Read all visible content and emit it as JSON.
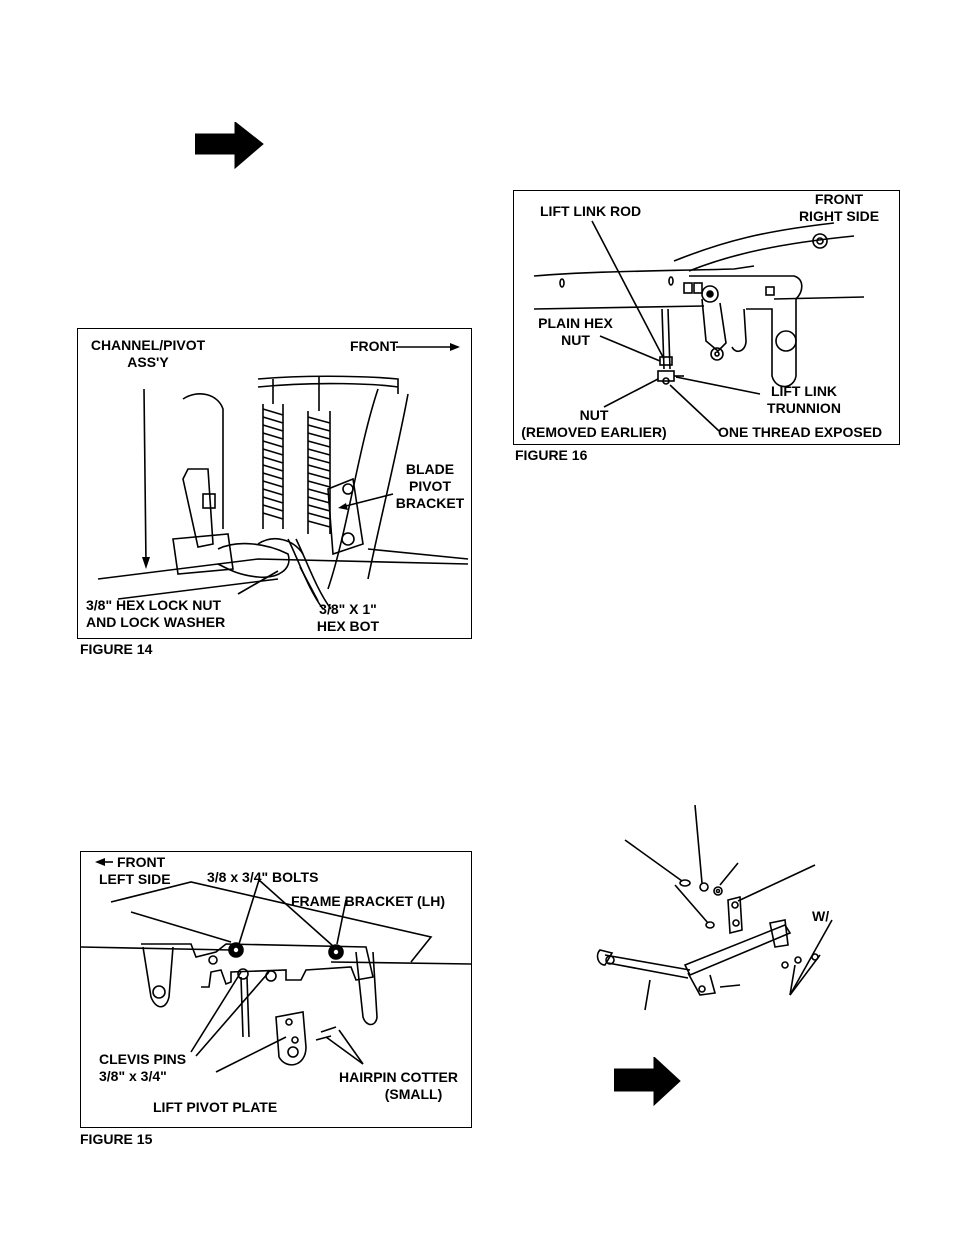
{
  "arrows": [
    "right-arrow-icon",
    "right-arrow-icon"
  ],
  "figure14": {
    "caption": "FIGURE 14",
    "channel_pivot_1": "CHANNEL/PIVOT",
    "channel_pivot_2": "ASS'Y",
    "front": "FRONT",
    "blade_1": "BLADE",
    "blade_2": "PIVOT",
    "blade_3": "BRACKET",
    "locknut_1": "3/8\" HEX LOCK NUT",
    "locknut_2": "AND LOCK WASHER",
    "bolt_1": "3/8\" X 1\"",
    "bolt_2": "HEX BOT"
  },
  "figure15": {
    "caption": "FIGURE 15",
    "front_1": "FRONT",
    "front_2": "LEFT SIDE",
    "bolts": "3/8 x 3/4\" BOLTS",
    "frame_bracket": "FRAME BRACKET (LH)",
    "clevis_1": "CLEVIS PINS",
    "clevis_2": "3/8\" x 3/4\"",
    "hairpin_1": "HAIRPIN COTTER",
    "hairpin_2": "(SMALL)",
    "lift_pivot": "LIFT PIVOT PLATE"
  },
  "figure16": {
    "caption": "FIGURE 16",
    "lift_link_rod": "LIFT LINK ROD",
    "front_1": "FRONT",
    "front_2": "RIGHT SIDE",
    "plain_hex_1": "PLAIN HEX",
    "plain_hex_2": "NUT",
    "lift_link_1": "LIFT LINK",
    "lift_link_2": "TRUNNION",
    "nut_1": "NUT",
    "nut_2": "(REMOVED EARLIER)",
    "one_thread": "ONE THREAD EXPOSED"
  },
  "figure_partial": {
    "label_wa": "W/"
  }
}
